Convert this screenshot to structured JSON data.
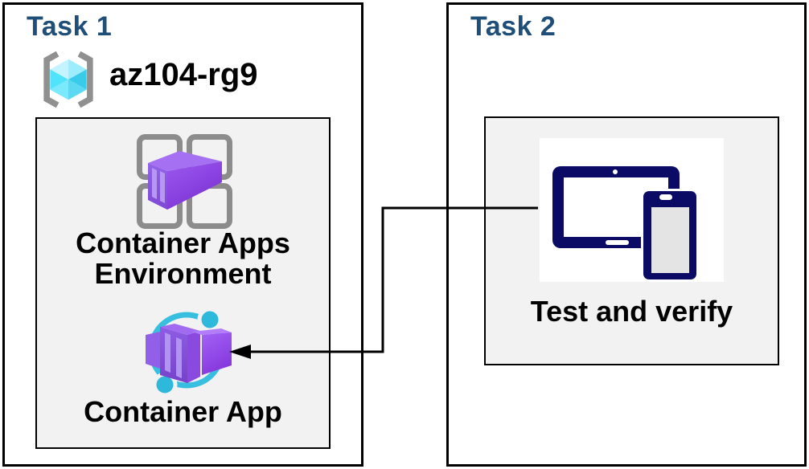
{
  "task1": {
    "title": "Task 1",
    "resource_group_name": "az104-rg9",
    "environment_label_line1": "Container Apps",
    "environment_label_line2": "Environment",
    "app_label": "Container App"
  },
  "task2": {
    "title": "Task 2",
    "verify_label": "Test and verify"
  },
  "icons": {
    "resource_group": "resource-group-icon",
    "container_apps_environment": "container-apps-environment-icon",
    "container_app": "container-app-icon",
    "devices": "tablet-and-phone-icon",
    "connector": "arrow-connector-left"
  },
  "colors": {
    "task_title": "#1F4E79",
    "panel_background": "#FFFFFF",
    "inner_box_background": "#F2F2F2",
    "border_black": "#000000",
    "device_navy": "#0B0B66",
    "cyan_accent": "#38BFE0",
    "cyan_dot": "#2EB8DC",
    "purple_front": "#8A58E0",
    "purple_light_stripe": "#B095F0",
    "purple_bright": "#9E5FF5",
    "cube_cyan_bright": "#4FE4FB",
    "cube_cyan_light": "#C4F4FF",
    "bracket_gray": "#909090",
    "grid_gray": "#8C8C8C",
    "label_text": "#000000"
  }
}
